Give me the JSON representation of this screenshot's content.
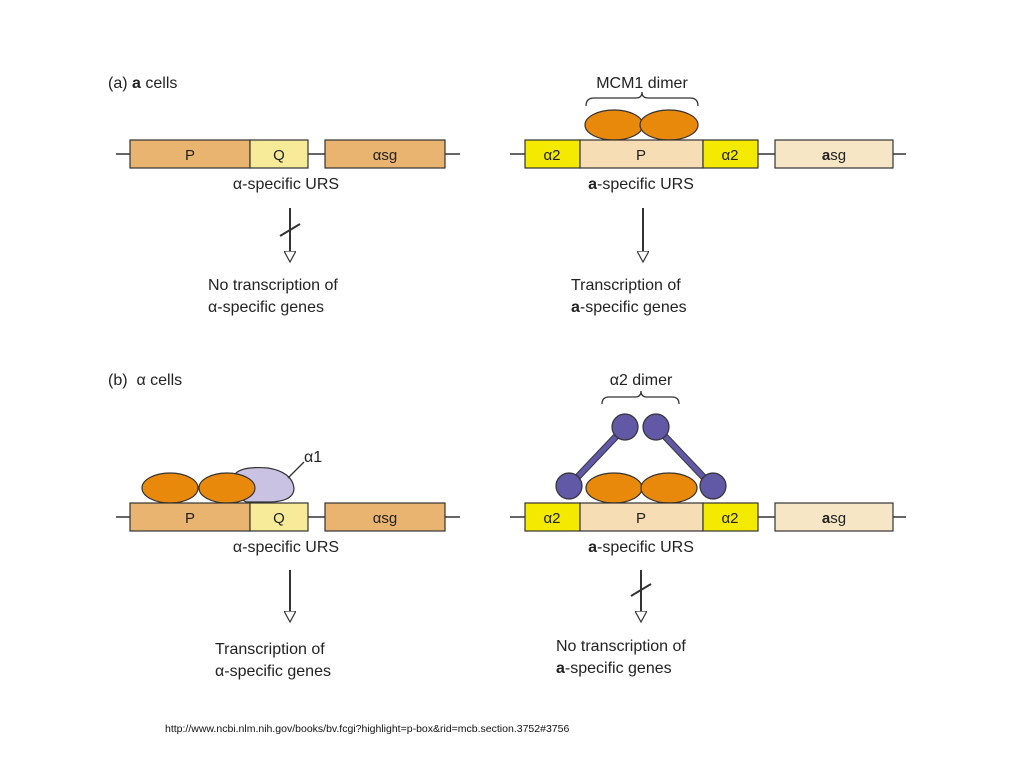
{
  "panel_a": {
    "heading_prefix": "(a)",
    "heading_bold": "a",
    "heading_suffix": " cells",
    "left": {
      "box_p": "P",
      "box_q": "Q",
      "box_asg": "αsg",
      "urs_label": "α-specific URS",
      "result_line1": "No transcription of",
      "result_line2": "α-specific genes"
    },
    "right": {
      "protein_label": "MCM1 dimer",
      "box_a2_left": "α2",
      "box_p": "P",
      "box_a2_right": "α2",
      "box_asg_bold": "a",
      "box_asg_rest": "sg",
      "urs_bold": "a",
      "urs_rest": "-specific URS",
      "result_line1": "Transcription of",
      "result_line2_bold": "a",
      "result_line2_rest": "-specific genes"
    }
  },
  "panel_b": {
    "heading": "(b)  α cells",
    "left": {
      "protein_label": "α1",
      "box_p": "P",
      "box_q": "Q",
      "box_asg": "αsg",
      "urs_label": "α-specific URS",
      "result_line1": "Transcription of",
      "result_line2": "α-specific genes"
    },
    "right": {
      "protein_label": "α2 dimer",
      "box_a2_left": "α2",
      "box_p": "P",
      "box_a2_right": "α2",
      "box_asg_bold": "a",
      "box_asg_rest": "sg",
      "urs_bold": "a",
      "urs_rest": "-specific URS",
      "result_line1": "No transcription of",
      "result_line2_bold": "a",
      "result_line2_rest": "-specific genes"
    }
  },
  "source_url": "http://www.ncbi.nlm.nih.gov/books/bv.fcgi?highlight=p-box&rid=mcb.section.3752#3756",
  "colors": {
    "p_box": "#e9b46f",
    "q_box": "#f7eb9a",
    "a2_box": "#f4ea00",
    "p_light_box": "#f7ddb3",
    "asg_box": "#f7e6c6",
    "mcm1": "#e8890c",
    "alpha1": "#c9c2e3",
    "alpha2_dimer": "#6158a6",
    "outline": "#222222"
  }
}
